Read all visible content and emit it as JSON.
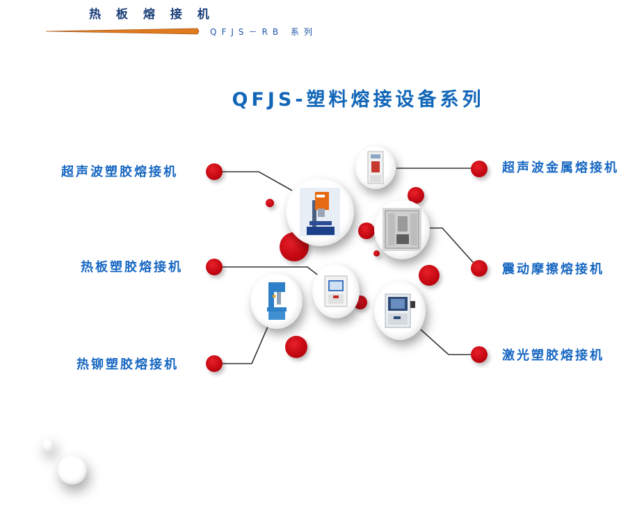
{
  "header": {
    "title": "热 板 熔 接 机",
    "subtitle": "QFJS－RB 系列",
    "accent_color": "#e07a1f"
  },
  "main_title": "QFJS-塑料熔接设备系列",
  "categories": {
    "ultrasonic_plastic": "超声波塑胶熔接机",
    "hot_plate_plastic": "热板塑胶熔接机",
    "hot_rivet_plastic": "热铆塑胶熔接机",
    "ultrasonic_metal": "超声波金属熔接机",
    "vibration_friction": "震动摩擦熔接机",
    "laser_plastic": "激光塑胶熔接机"
  },
  "colors": {
    "label_blue": "#1767c2",
    "title_blue": "#1166b8",
    "dot_red": "#c50812",
    "line_gray": "#333333"
  }
}
